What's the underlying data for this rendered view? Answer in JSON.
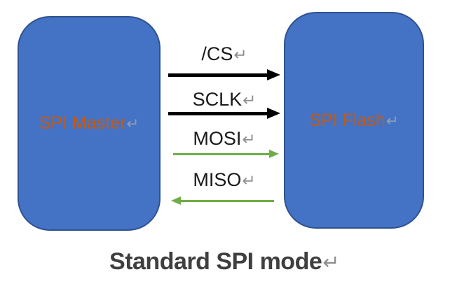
{
  "diagram": {
    "title": "Standard SPI mode",
    "return_mark": "↵",
    "nodes": [
      {
        "id": "spi-master",
        "label": "SPI Master"
      },
      {
        "id": "spi-flash",
        "label": "SPI Flash"
      }
    ],
    "signals": [
      {
        "label": "/CS",
        "from": "spi-master",
        "to": "spi-flash",
        "direction": "right",
        "arrow_color": "#000000"
      },
      {
        "label": "SCLK",
        "from": "spi-master",
        "to": "spi-flash",
        "direction": "right",
        "arrow_color": "#000000"
      },
      {
        "label": "MOSI",
        "from": "spi-master",
        "to": "spi-flash",
        "direction": "right",
        "arrow_color": "#70AD47"
      },
      {
        "label": "MISO",
        "from": "spi-flash",
        "to": "spi-master",
        "direction": "left",
        "arrow_color": "#70AD47"
      }
    ],
    "colors": {
      "node_fill": "#4472C4",
      "node_border": "#2F528F",
      "node_label": "#C55A11",
      "signal_label": "#1a1a1a",
      "black_arrow": "#000000",
      "green_arrow": "#70AD47",
      "title_text": "#3f3f3f",
      "return_mark": "#8f8f8f"
    }
  }
}
